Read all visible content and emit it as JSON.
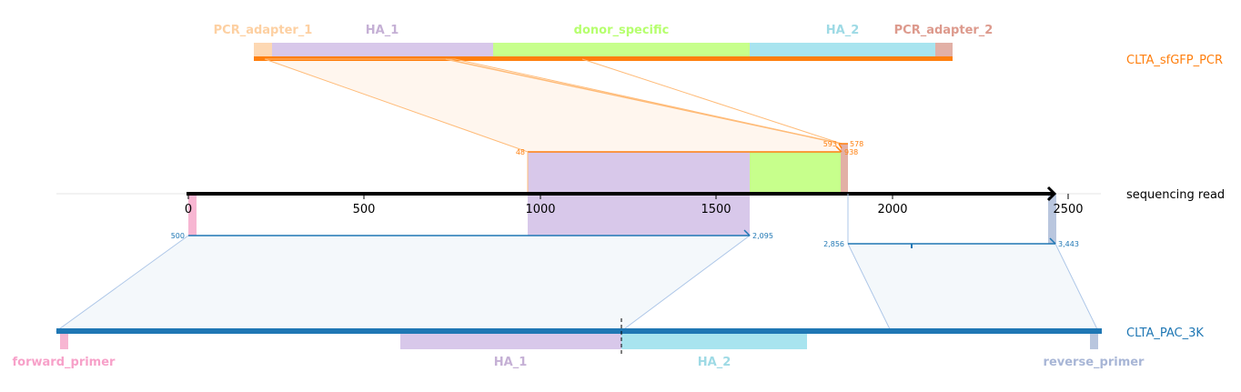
{
  "top_reference": {
    "name": "CLTA_sfGFP_PCR",
    "color": "#ff7f0e",
    "features": [
      {
        "name": "PCR_adapter_1",
        "color": "#fdd8b3",
        "label_color": "#fdd0a2"
      },
      {
        "name": "HA_1",
        "color": "#d8c8ea",
        "label_color": "#c5b0d5"
      },
      {
        "name": "donor_specific",
        "color": "#c7ff8c",
        "label_color": "#b6ff6e"
      },
      {
        "name": "HA_2",
        "color": "#a8e4ef",
        "label_color": "#9edae5"
      },
      {
        "name": "PCR_adapter_2",
        "color": "#e2b0a6",
        "label_color": "#dd9a8d"
      }
    ]
  },
  "read": {
    "name": "sequencing read",
    "ticks": [
      "0",
      "500",
      "1000",
      "1500",
      "2000",
      "2500"
    ],
    "tick_values": [
      0,
      500,
      1000,
      1500,
      2000,
      2500
    ]
  },
  "top_alignment": {
    "labels": {
      "ref_start": "48",
      "ref_mid": "593",
      "ref_end": "578",
      "ref_end2": "938"
    }
  },
  "bottom_alignments": {
    "left": {
      "start": "500",
      "end": "2,095"
    },
    "right": {
      "start": "2,856",
      "end": "3,443"
    }
  },
  "bottom_reference": {
    "name": "CLTA_PAC_3K",
    "color": "#1f77b4",
    "features": [
      {
        "name": "forward_primer",
        "color": "#f7b6d2",
        "label_color": "#f7a1c9"
      },
      {
        "name": "HA_1",
        "color": "#d8c8ea",
        "label_color": "#c5b0d5"
      },
      {
        "name": "HA_2",
        "color": "#a8e4ef",
        "label_color": "#9edae5"
      },
      {
        "name": "reverse_primer",
        "color": "#b9c6de",
        "label_color": "#a8b6d6"
      }
    ]
  }
}
